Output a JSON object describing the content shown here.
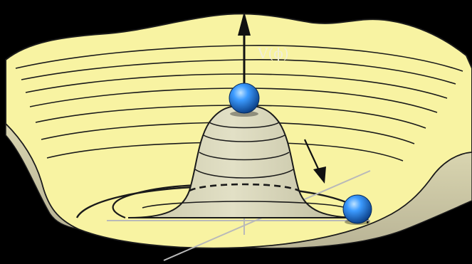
{
  "figure": {
    "axis_label": "V(ϕ)"
  },
  "colors": {
    "background": "#000000",
    "rim_fill": "#f8f3a2",
    "rim_outline": "#1a1a1a",
    "wall_shadow": "#cfcba4",
    "hill_fill": "#d8d6b8",
    "ball": "#1a73d6",
    "ball_highlight": "#9fd2ff",
    "axis": "#111111",
    "ground_lines": "#b9b9b9"
  },
  "icons": {
    "top_ball": "sphere",
    "bottom_ball": "sphere",
    "axis_arrow": "arrow-up",
    "roll_arrow": "arrow-down-right"
  }
}
